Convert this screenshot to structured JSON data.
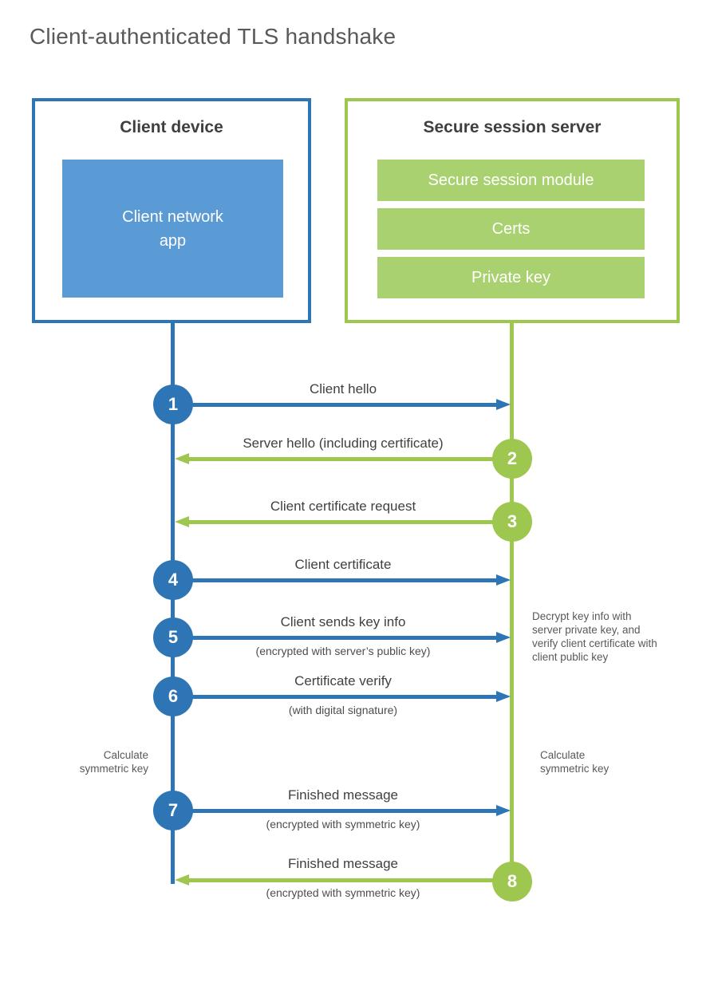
{
  "title": "Client-authenticated TLS handshake",
  "colors": {
    "blue": "#2e75b6",
    "blue_fill": "#5b9bd5",
    "green": "#9ec74f",
    "green_fill": "#a9d170"
  },
  "client": {
    "title": "Client device",
    "module": "Client network\napp"
  },
  "server": {
    "title": "Secure session server",
    "modules": [
      "Secure session module",
      "Certs",
      "Private key"
    ]
  },
  "steps": [
    {
      "num": "1",
      "label": "Client hello",
      "sub": "",
      "from": "client",
      "direction": "right"
    },
    {
      "num": "2",
      "label": "Server hello (including certificate)",
      "sub": "",
      "from": "server",
      "direction": "left"
    },
    {
      "num": "3",
      "label": "Client certificate request",
      "sub": "",
      "from": "server",
      "direction": "left"
    },
    {
      "num": "4",
      "label": "Client certificate",
      "sub": "",
      "from": "client",
      "direction": "right"
    },
    {
      "num": "5",
      "label": "Client sends key info",
      "sub": "(encrypted with server’s public key)",
      "from": "client",
      "direction": "right"
    },
    {
      "num": "6",
      "label": "Certificate verify",
      "sub": "(with digital signature)",
      "from": "client",
      "direction": "right"
    },
    {
      "num": "7",
      "label": "Finished message",
      "sub": "(encrypted with symmetric key)",
      "from": "client",
      "direction": "right"
    },
    {
      "num": "8",
      "label": "Finished message",
      "sub": "(encrypted with symmetric key)",
      "from": "server",
      "direction": "left"
    }
  ],
  "annotations": {
    "decrypt": "Decrypt key info with server private key, and verify client certificate with client public key",
    "calc_left": "Calculate symmetric key",
    "calc_right": "Calculate symmetric key"
  }
}
